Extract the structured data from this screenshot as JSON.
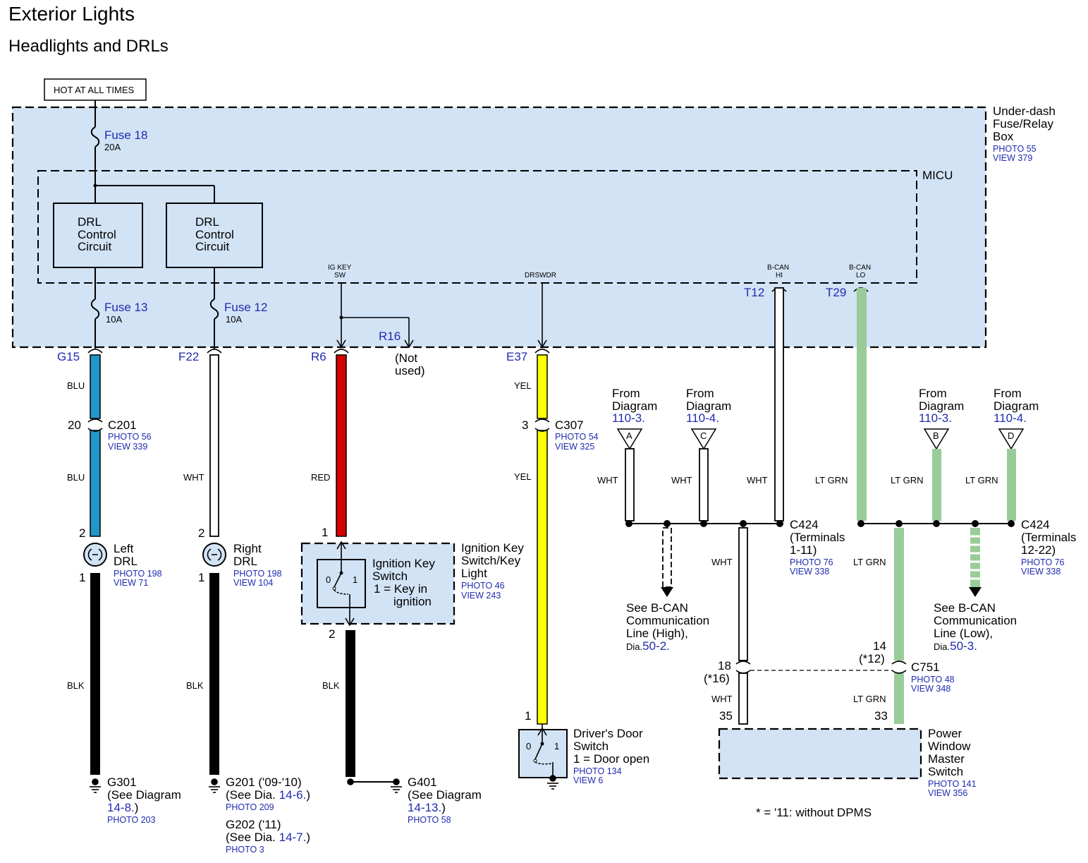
{
  "title": "Exterior Lights",
  "subtitle": "Headlights and DRLs",
  "hot_label": "HOT AT ALL TIMES",
  "fuse_box": {
    "l1": "Under-dash",
    "l2": "Fuse/Relay",
    "l3": "Box",
    "photo": "PHOTO 55",
    "view": "VIEW 379"
  },
  "micu": "MICU",
  "fuse18": {
    "name": "Fuse 18",
    "amp": "20A"
  },
  "fuse13": {
    "name": "Fuse 13",
    "amp": "10A"
  },
  "fuse12": {
    "name": "Fuse 12",
    "amp": "10A"
  },
  "drl_circuit": {
    "l1": "DRL",
    "l2": "Control",
    "l3": "Circuit"
  },
  "pins": {
    "ig_key_1": "IG KEY",
    "ig_key_2": "SW",
    "drswdr": "DRSWDR",
    "bcan_hi_1": "B-CAN",
    "bcan_hi_2": "HI",
    "bcan_lo_1": "B-CAN",
    "bcan_lo_2": "LO"
  },
  "terminals": {
    "g15": "G15",
    "f22": "F22",
    "r6": "R6",
    "r16": "R16",
    "e37": "E37",
    "t12": "T12",
    "t29": "T29"
  },
  "not_used": {
    "l1": "(Not",
    "l2": "used)"
  },
  "wire_colors": {
    "blu": "BLU",
    "wht": "WHT",
    "red": "RED",
    "yel": "YEL",
    "blk": "BLK",
    "ltgrn": "LT GRN"
  },
  "colors": {
    "blu": "#2196c8",
    "red": "#d40000",
    "yel": "#ffff00",
    "ltgrn": "#99cc99",
    "panel": "#d2e3f5",
    "ref": "#1f2bb0"
  },
  "c201": {
    "name": "C201",
    "pin": "20",
    "photo": "PHOTO 56",
    "view": "VIEW 339"
  },
  "c307": {
    "name": "C307",
    "pin": "3",
    "photo": "PHOTO 54",
    "view": "VIEW 325"
  },
  "left_drl": {
    "l1": "Left",
    "l2": "DRL",
    "photo": "PHOTO 198",
    "view": "VIEW 71",
    "pin_top": "2",
    "pin_bot": "1"
  },
  "right_drl": {
    "l1": "Right",
    "l2": "DRL",
    "photo": "PHOTO 198",
    "view": "VIEW 104",
    "pin_top": "2",
    "pin_bot": "1"
  },
  "ign_switch": {
    "l1": "Ignition Key",
    "l2": "Switch",
    "l3": "1 = Key in",
    "l4": "ignition",
    "pos0": "0",
    "pos1": "1",
    "pin_top": "1",
    "pin_bot": "2"
  },
  "ign_light": {
    "l1": "Ignition Key",
    "l2": "Switch/Key",
    "l3": "Light",
    "photo": "PHOTO 46",
    "view": "VIEW 243"
  },
  "door_switch": {
    "l1": "Driver's Door",
    "l2": "Switch",
    "l3": "1 = Door open",
    "photo": "PHOTO 134",
    "view": "VIEW 6",
    "pin": "1",
    "pos0": "0",
    "pos1": "1"
  },
  "g301": {
    "name": "G301",
    "l2": "(See Diagram",
    "ref": "14-8.",
    "tail": ")",
    "photo": "PHOTO 203"
  },
  "g201": {
    "name": "G201 ('09-'10)",
    "l2": "(See Dia.",
    "ref": "14-6.",
    "tail": ")",
    "photo": "PHOTO 209"
  },
  "g202": {
    "name": "G202 ('11)",
    "l2": "(See Dia.",
    "ref": "14-7.",
    "tail": ")",
    "photo": "PHOTO 3"
  },
  "g401": {
    "name": "G401",
    "l2": "(See Diagram",
    "ref": "14-13.",
    "tail": ")",
    "photo": "PHOTO 58"
  },
  "from_diagrams": [
    {
      "l1": "From",
      "l2": "Diagram",
      "ref": "110-3.",
      "tag": "A"
    },
    {
      "l1": "From",
      "l2": "Diagram",
      "ref": "110-4.",
      "tag": "C"
    },
    {
      "l1": "From",
      "l2": "Diagram",
      "ref": "110-3.",
      "tag": "B"
    },
    {
      "l1": "From",
      "l2": "Diagram",
      "ref": "110-4.",
      "tag": "D"
    }
  ],
  "c424_hi": {
    "name": "C424",
    "l2": "(Terminals",
    "l3": "1-11)",
    "photo": "PHOTO 76",
    "view": "VIEW 338"
  },
  "c424_lo": {
    "name": "C424",
    "l2": "(Terminals",
    "l3": "12-22)",
    "photo": "PHOTO 76",
    "view": "VIEW 338"
  },
  "bcan_high": {
    "l1": "See B-CAN",
    "l2": "Communication",
    "l3": "Line (High),",
    "l4": "Dia.",
    "ref": "50-2."
  },
  "bcan_low": {
    "l1": "See B-CAN",
    "l2": "Communication",
    "l3": "Line (Low),",
    "l4": "Dia.",
    "ref": "50-3."
  },
  "c751": {
    "name": "C751",
    "photo": "PHOTO 48",
    "view": "VIEW 348",
    "pin_lo": "14",
    "pin_lo_alt": "(*12)",
    "pin_hi": "18",
    "pin_hi_alt": "(*16)"
  },
  "pwms": {
    "l1": "Power",
    "l2": "Window",
    "l3": "Master",
    "l4": "Switch",
    "photo": "PHOTO 141",
    "view": "VIEW 356",
    "pin_wht": "35",
    "pin_grn": "33"
  },
  "note": "* = '11: without DPMS"
}
